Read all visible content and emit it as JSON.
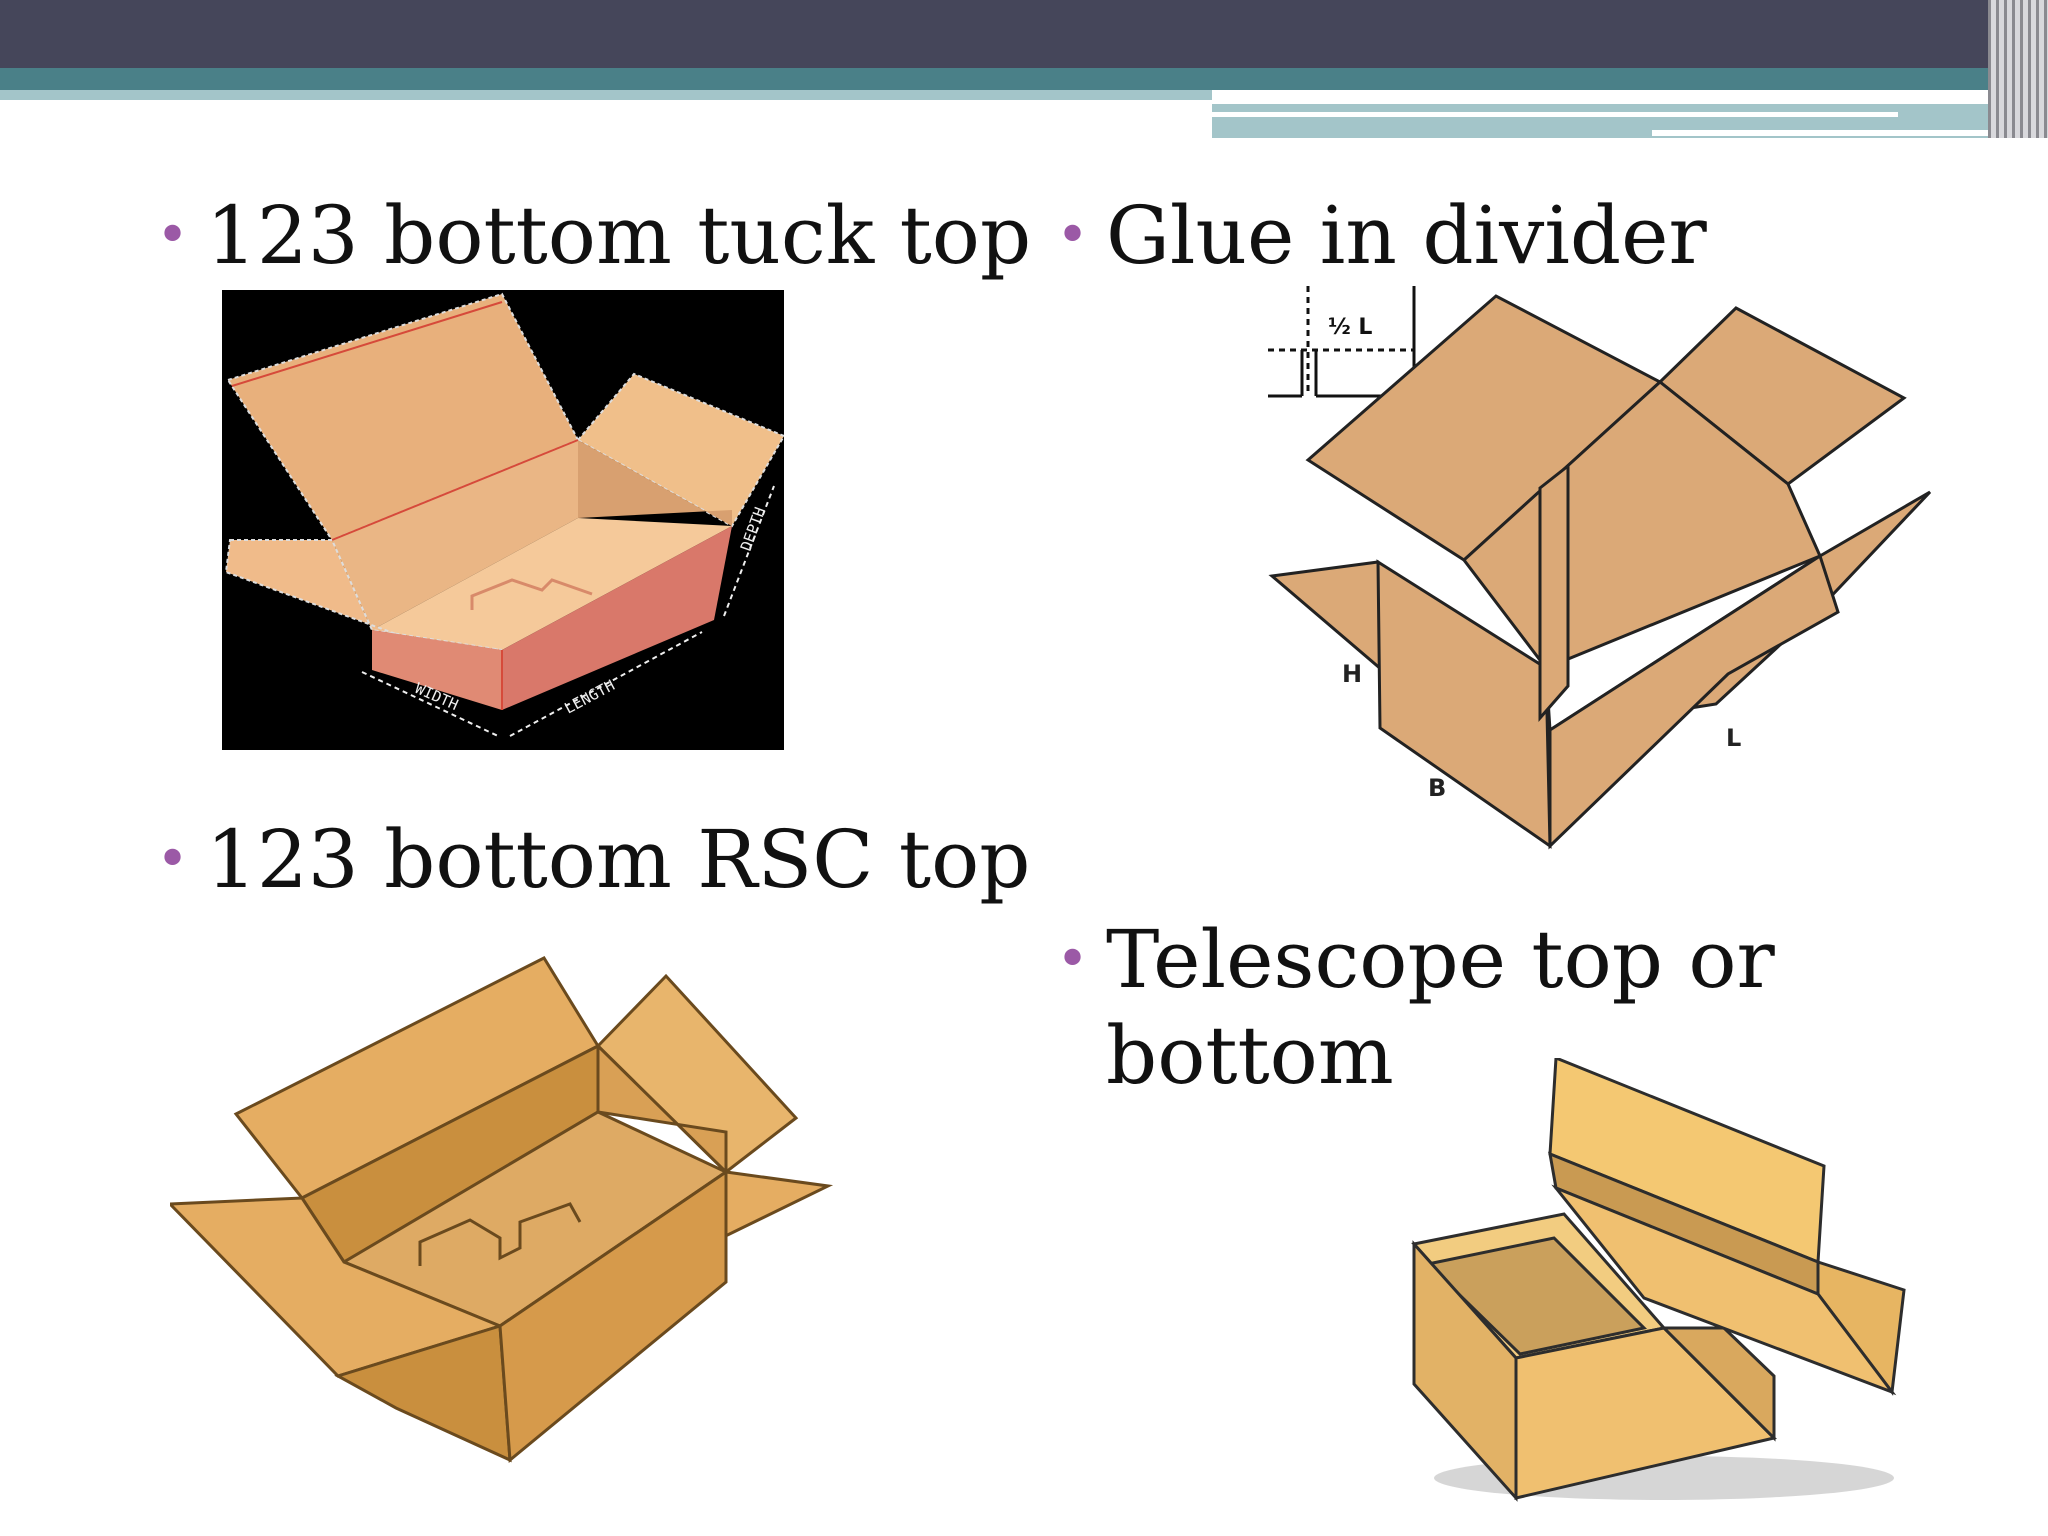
{
  "slide": {
    "bullets": [
      {
        "text": "123 bottom tuck top"
      },
      {
        "text": "Glue in divider"
      },
      {
        "text": "123 bottom RSC top"
      },
      {
        "text_line1": "Telescope top or",
        "text_line2": "bottom"
      }
    ],
    "bullet_glyph": "•",
    "colors": {
      "topbar": "#45465a",
      "teal": "#4a8088",
      "bullet": "#9b59a6",
      "cardboard": "#e1ab6d"
    },
    "figures": {
      "tuck_top": {
        "icon": "tuck-top-box-image",
        "labels": {
          "width": "WIDTH",
          "length": "LENGTH",
          "depth": "DEPTH"
        }
      },
      "divider": {
        "icon": "divider-box-diagram",
        "labels": {
          "half_length": "½ L",
          "h": "H",
          "b": "B",
          "l": "L"
        }
      },
      "rsc": {
        "icon": "rsc-box-image"
      },
      "telescope": {
        "icon": "telescope-box-image"
      }
    }
  }
}
